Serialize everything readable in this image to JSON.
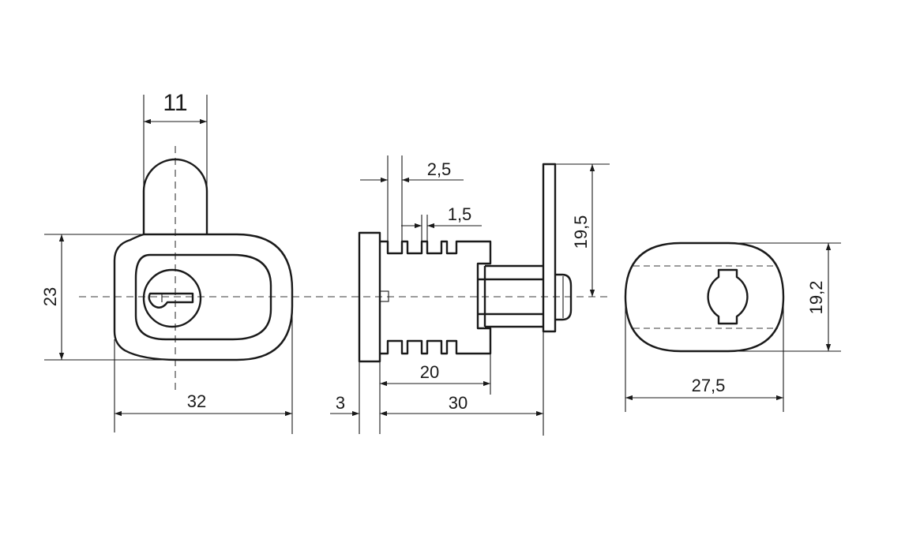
{
  "dimensions": {
    "key_width": "11",
    "front_height": "23",
    "front_width": "32",
    "flange_gap": "2,5",
    "groove_width": "1,5",
    "cam_height": "19,5",
    "body_length": "20",
    "flange_thickness": "3",
    "overall_length": "30",
    "rear_width": "27,5",
    "rear_height": "19,2"
  },
  "colors": {
    "line": "#1a1a1a",
    "background": "#ffffff"
  }
}
